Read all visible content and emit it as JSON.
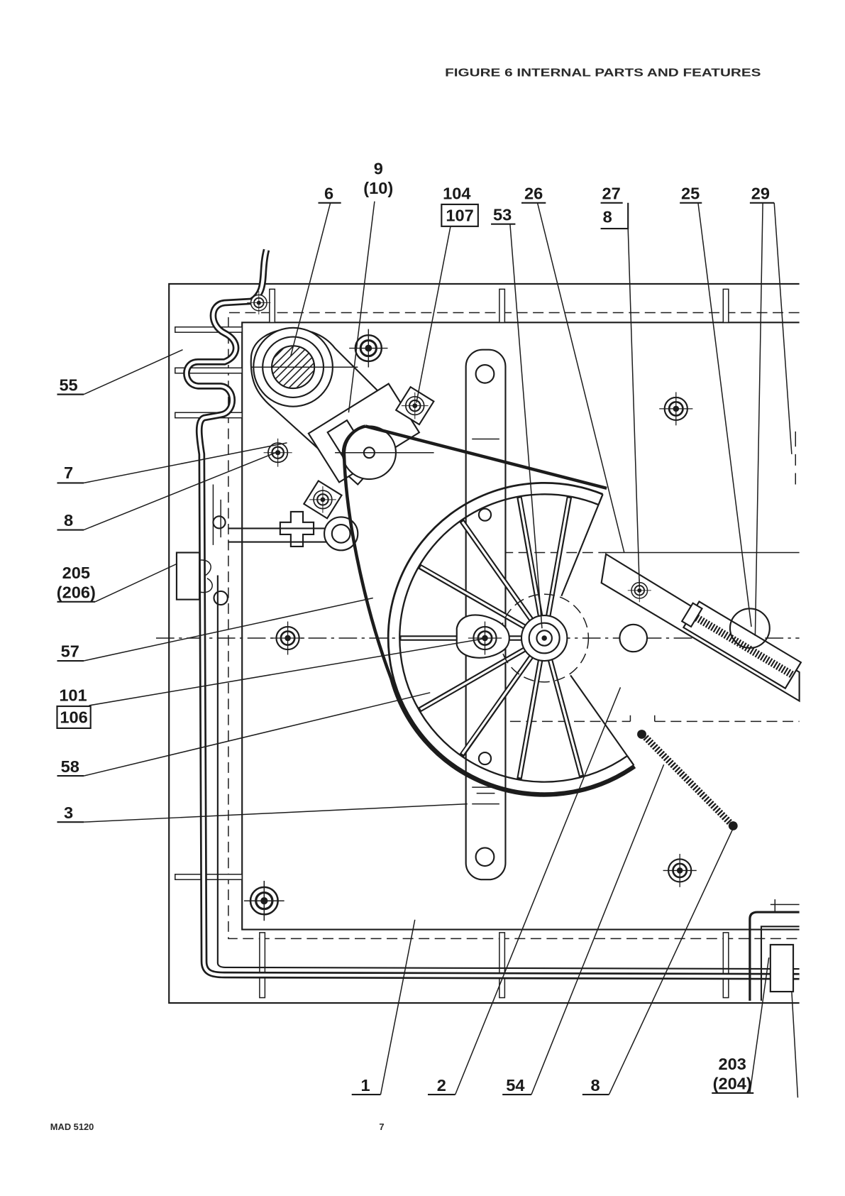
{
  "page": {
    "title": "FIGURE 6 INTERNAL PARTS AND FEATURES",
    "footer_code": "MAD 5120",
    "footer_page": "7"
  },
  "callouts": {
    "top": [
      "9",
      "(10)",
      "6",
      "104",
      "107",
      "53",
      "26",
      "27",
      "8",
      "25",
      "29"
    ],
    "left": [
      "55",
      "7",
      "8",
      "205",
      "(206)",
      "57",
      "101",
      "106",
      "58",
      "3"
    ],
    "bottom": [
      "1",
      "2",
      "54",
      "8",
      "203",
      "(204)"
    ]
  }
}
